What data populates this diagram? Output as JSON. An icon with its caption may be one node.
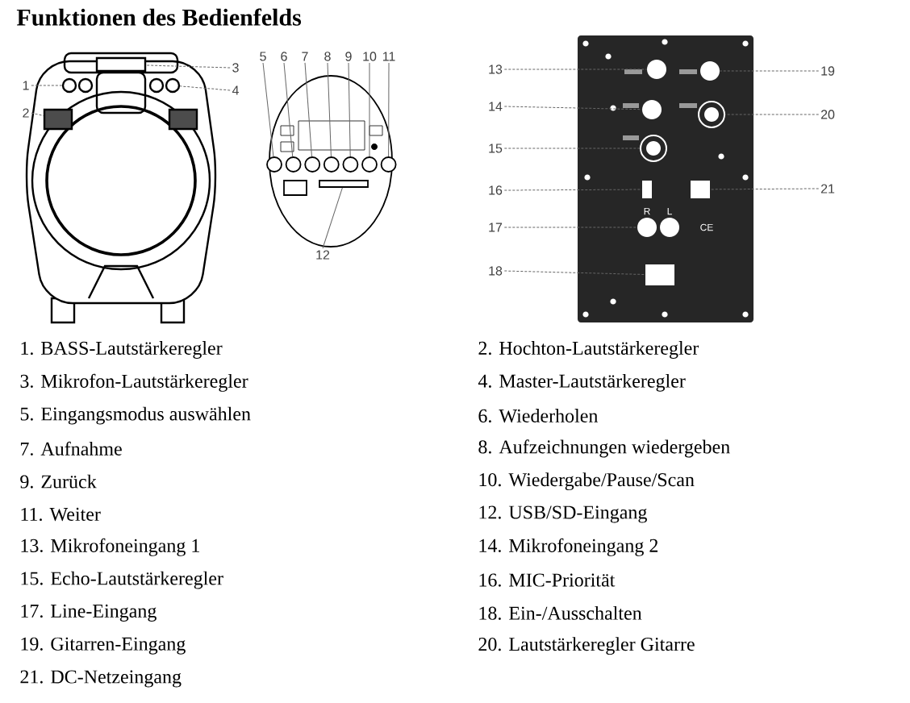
{
  "diagram": {
    "title": "Funktionen des Bedienfelds",
    "nodes": [
      {
        "text": [
          "1"
        ]
      },
      {
        "text": [
          "2"
        ]
      },
      {
        "text": [
          "3"
        ]
      },
      {
        "text": [
          "4"
        ]
      },
      {
        "text": [
          "5"
        ]
      },
      {
        "text": [
          "6"
        ]
      },
      {
        "text": [
          "7"
        ]
      },
      {
        "text": [
          "8"
        ]
      },
      {
        "text": [
          "9"
        ]
      },
      {
        "text": [
          "10"
        ]
      },
      {
        "text": [
          "11"
        ]
      },
      {
        "text": [
          "12"
        ]
      },
      {
        "text": [
          "13"
        ]
      },
      {
        "text": [
          "14"
        ]
      },
      {
        "text": [
          "15"
        ]
      },
      {
        "text": [
          "16"
        ]
      },
      {
        "text": [
          "17"
        ]
      },
      {
        "text": [
          "18"
        ]
      },
      {
        "text": [
          "19"
        ]
      },
      {
        "text": [
          "20"
        ]
      },
      {
        "text": [
          "21"
        ]
      },
      {
        "text": [],
        "shape": "circle"
      },
      {
        "text": [],
        "shape": "box"
      },
      {
        "text": [],
        "shape": "box"
      },
      {
        "text": [],
        "shape": "circle"
      },
      {
        "text": [],
        "shape": "circle"
      },
      {
        "text": [],
        "shape": "circle"
      },
      {
        "text": [],
        "shape": "circle"
      },
      {
        "text": [],
        "shape": "circle"
      },
      {
        "text": [],
        "shape": "circle"
      },
      {
        "text": [],
        "shape": "circle"
      },
      {
        "text": [],
        "shape": "circle"
      },
      {
        "text": [],
        "shape": "box"
      },
      {
        "text": [],
        "shape": "circle"
      },
      {
        "text": [],
        "shape": "circle"
      },
      {
        "text": [],
        "shape": "circle"
      },
      {
        "text": [],
        "shape": "box"
      },
      {
        "text": [],
        "shape": "circle"
      },
      {
        "text": [],
        "shape": "box"
      },
      {
        "text": [],
        "shape": "circle"
      },
      {
        "text": [],
        "shape": "circle"
      },
      {
        "text": [],
        "shape": "box"
      }
    ],
    "edges": [
      {
        "from": 0,
        "to": 21,
        "arrow": "none",
        "style": "dashed"
      },
      {
        "from": 1,
        "to": 22,
        "arrow": "none",
        "style": "dashed"
      },
      {
        "from": 2,
        "to": 23,
        "arrow": "none",
        "style": "dashed"
      },
      {
        "from": 3,
        "to": 24,
        "arrow": "none",
        "style": "dashed"
      },
      {
        "from": 4,
        "to": 25,
        "arrow": "none"
      },
      {
        "from": 5,
        "to": 26,
        "arrow": "none"
      },
      {
        "from": 6,
        "to": 27,
        "arrow": "none"
      },
      {
        "from": 7,
        "to": 28,
        "arrow": "none"
      },
      {
        "from": 8,
        "to": 29,
        "arrow": "none"
      },
      {
        "from": 9,
        "to": 30,
        "arrow": "none"
      },
      {
        "from": 10,
        "to": 31,
        "arrow": "none"
      },
      {
        "from": 11,
        "to": 32,
        "arrow": "none"
      },
      {
        "from": 12,
        "to": 33,
        "arrow": "none",
        "style": "dashed"
      },
      {
        "from": 13,
        "to": 34,
        "arrow": "none",
        "style": "dashed"
      },
      {
        "from": 14,
        "to": 35,
        "arrow": "none",
        "style": "dashed"
      },
      {
        "from": 15,
        "to": 36,
        "arrow": "none",
        "style": "dashed"
      },
      {
        "from": 16,
        "to": 37,
        "arrow": "none",
        "style": "dashed"
      },
      {
        "from": 17,
        "to": 38,
        "arrow": "none",
        "style": "dashed"
      },
      {
        "from": 18,
        "to": 39,
        "arrow": "none",
        "style": "dashed"
      },
      {
        "from": 19,
        "to": 40,
        "arrow": "none",
        "style": "dashed"
      },
      {
        "from": 20,
        "to": 41,
        "arrow": "none",
        "style": "dashed"
      }
    ],
    "labels": [
      "R",
      "L",
      "CE",
      "1. BASS-Lautstärkeregler",
      "2. Hochton-Lautstärkeregler",
      "3. Mikrofon-Lautstärkeregler",
      "4. Master-Lautstärkeregler",
      "5. Eingangsmodus auswählen",
      "6. Wiederholen",
      "7. Aufnahme",
      "8. Aufzeichnungen wiedergeben",
      "9. Zurück",
      "10. Wiedergabe/Pause/Scan",
      "11. Weiter",
      "12. USB/SD-Eingang",
      "13. Mikrofoneingang 1",
      "14. Mikrofoneingang 2",
      "15. Echo-Lautstärkeregler",
      "16. MIC-Priorität",
      "17. Line-Eingang",
      "18. Ein-/Ausschalten",
      "19. Gitarren-Eingang",
      "20. Lautstärkeregler Gitarre",
      "21. DC-Netzeingang"
    ]
  }
}
